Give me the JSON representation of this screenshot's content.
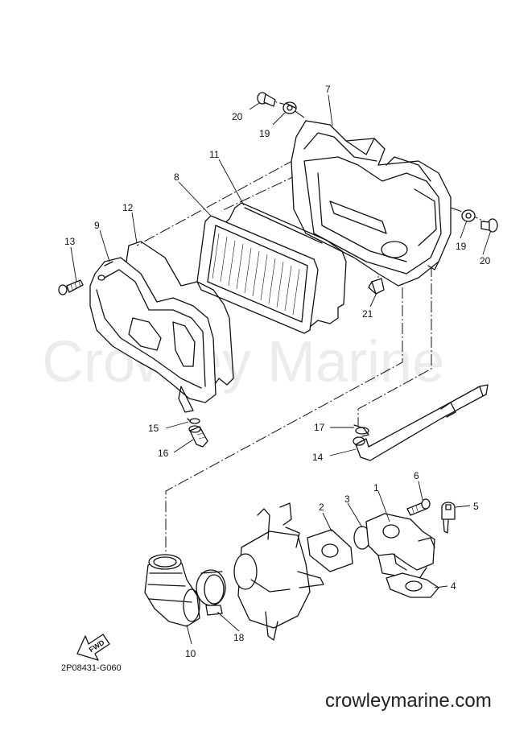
{
  "watermark": "Crowley Marine",
  "website": "crowleymarine.com",
  "diagram_code": "2P08431-G060",
  "fwd_label": "FWD",
  "callouts": {
    "c1": "1",
    "c2": "2",
    "c3": "3",
    "c4": "4",
    "c5": "5",
    "c6": "6",
    "c7": "7",
    "c8": "8",
    "c9": "9",
    "c10": "10",
    "c11": "11",
    "c12": "12",
    "c13": "13",
    "c14": "14",
    "c15": "15",
    "c16": "16",
    "c17": "17",
    "c18": "18",
    "c19a": "19",
    "c19b": "19",
    "c20a": "20",
    "c20b": "20",
    "c21": "21"
  }
}
